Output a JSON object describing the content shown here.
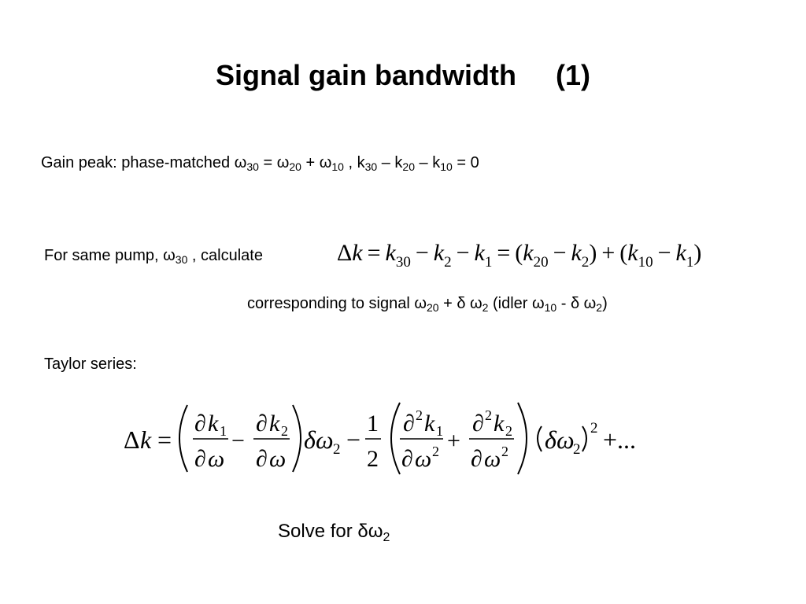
{
  "slide": {
    "title": "Signal gain bandwidth",
    "title_number": "(1)",
    "gain_peak": {
      "label": "Gain peak: phase-matched ",
      "omega": "ω",
      "s30": "30",
      "eq": " = ω",
      "s20": "20",
      "plus": " + ω",
      "s10": "10",
      "comma": " ,  k",
      "k30": "30",
      "minus1": " – k",
      "k20": "20",
      "minus2": " – k",
      "k10": "10",
      "tail": " = 0"
    },
    "pump": {
      "label": "For same pump, ω",
      "s30": "30",
      "tail": " ,  calculate"
    },
    "delta_k_equation": {
      "delta": "Δ",
      "k": "k",
      "eq": "=",
      "k30": "30",
      "k2": "2",
      "k1": "1",
      "k20": "20",
      "k10": "10",
      "minus": "−",
      "plus": "+",
      "lparen": "(",
      "rparen": ")"
    },
    "corresponding": {
      "text": "corresponding to signal ω",
      "s20": "20",
      "mid": " + δ ω",
      "s2": "2",
      "idler": "  (idler ω",
      "s10": "10",
      "mid2": " - δ ω",
      "s2b": "2",
      "close": ")"
    },
    "taylor_label": "Taylor series:",
    "taylor_equation": {
      "lhs_delta": "Δ",
      "lhs_k": "k",
      "eq": "=",
      "partial": "∂",
      "k": "k",
      "omega": "ω",
      "sub1": "1",
      "sub2": "2",
      "sup2": "2",
      "minus": "−",
      "plus": "+",
      "delta": "δ",
      "one": "1",
      "two": "2",
      "ellipsis": "+..."
    },
    "solve": {
      "text": "Solve for δω",
      "sub": "2"
    }
  }
}
